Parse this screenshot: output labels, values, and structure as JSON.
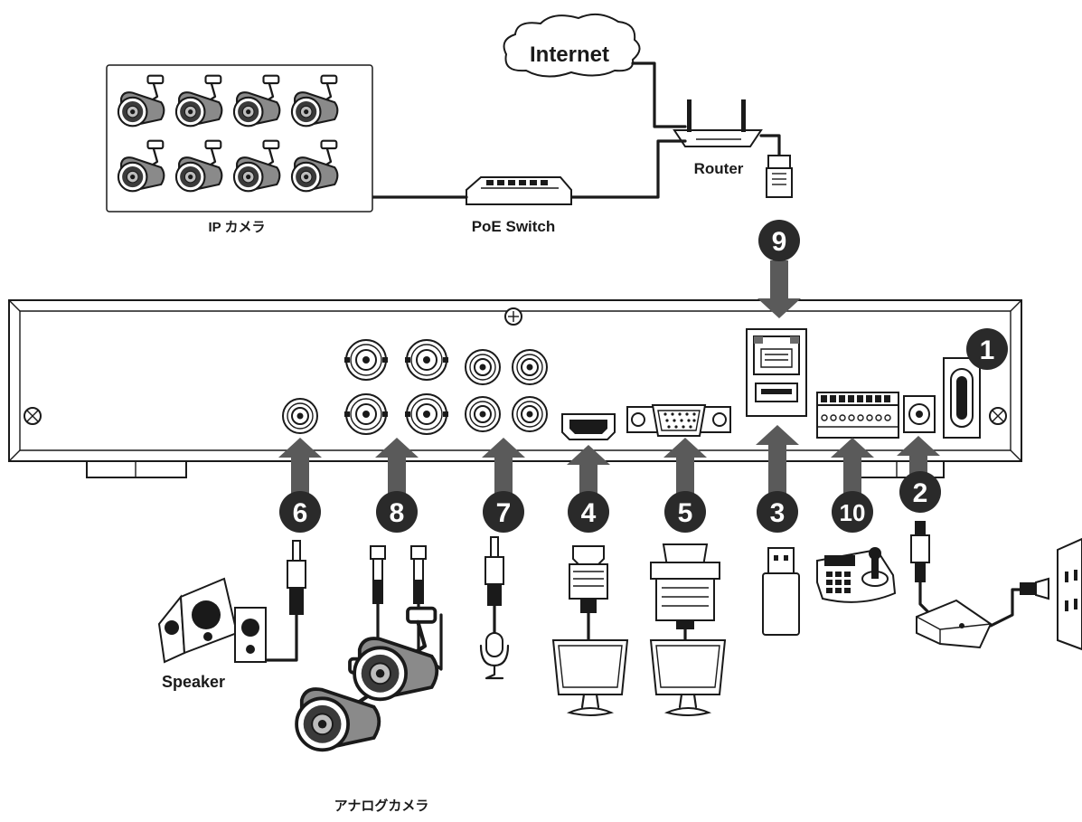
{
  "diagram": {
    "title": "",
    "labels": {
      "internet": "Internet",
      "router": "Router",
      "ip_cameras": "IP カメラ",
      "poe_switch": "PoE Switch",
      "speaker": "Speaker",
      "analog_cameras": "アナログカメラ"
    },
    "badges": [
      "1",
      "2",
      "3",
      "4",
      "5",
      "6",
      "7",
      "8",
      "9",
      "10"
    ],
    "colors": {
      "line": "#1a1a1a",
      "badge_fill": "#2a2a2a",
      "arrow": "#5a5a5a",
      "background": "#ffffff"
    },
    "icons": [
      "cloud-icon",
      "router-icon",
      "network-switch-icon",
      "ip-camera-icon",
      "bnc-port-icon",
      "rca-port-icon",
      "hdmi-port-icon",
      "vga-port-icon",
      "rj45-port-icon",
      "usb-port-icon",
      "terminal-block-icon",
      "dc-power-port-icon",
      "power-switch-icon",
      "speaker-icon",
      "bullet-camera-icon",
      "microphone-icon",
      "monitor-icon",
      "usb-drive-icon",
      "ptz-keyboard-icon",
      "power-adapter-icon",
      "wall-outlet-icon",
      "rj45-plug-icon",
      "hdmi-plug-icon",
      "vga-plug-icon",
      "bnc-plug-icon",
      "rca-plug-icon",
      "dc-plug-icon"
    ]
  }
}
